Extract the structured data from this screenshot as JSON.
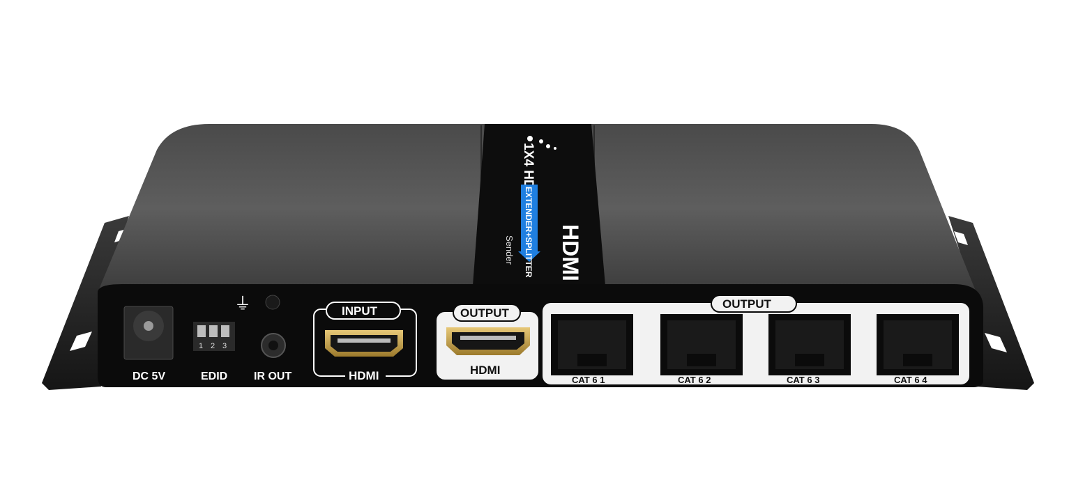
{
  "colors": {
    "body_top": "#5a5a5a",
    "body_front": "#0b0b0b",
    "label_strip": "#0d0d0d",
    "accent_blue": "#1f7fe0",
    "hdmi_gold": "#c9a24a",
    "panel_white": "#f2f2f2"
  },
  "top_label": {
    "model": "1X4 HDMI",
    "tag": "EXTENDER+SPLITTER",
    "role": "Sender",
    "brand": "HDMI"
  },
  "ports": {
    "dc_label": "DC 5V",
    "edid_label": "EDID",
    "edid_switch_numbers": [
      "1",
      "2",
      "3"
    ],
    "ground_symbol": "⏚",
    "ir_label": "IR OUT",
    "input_title": "INPUT",
    "input_port_label": "HDMI",
    "output_hdmi_title": "OUTPUT",
    "output_hdmi_label": "HDMI",
    "output_cat_title": "OUTPUT",
    "cat_ports": [
      "CAT 6  1",
      "CAT 6  2",
      "CAT 6 3",
      "CAT 6 4"
    ]
  }
}
